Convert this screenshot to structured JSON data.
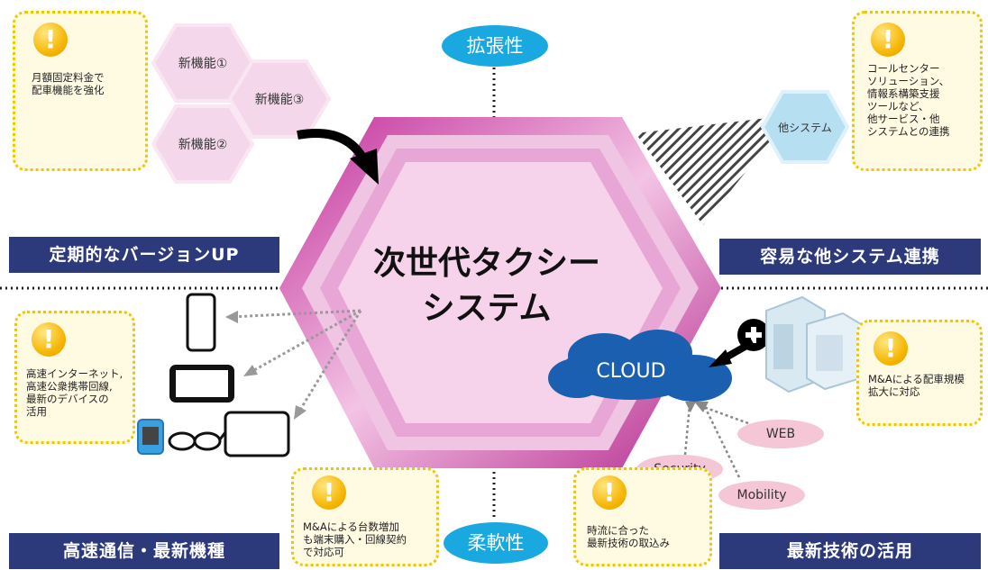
{
  "center": {
    "title": "次世代タクシー\nシステム"
  },
  "axes": {
    "top": "拡張性",
    "bottom": "柔軟性"
  },
  "banners": {
    "top_left": "定期的なバージョンUP",
    "top_right": "容易な他システム連携",
    "bottom_left": "高速通信・最新機種",
    "bottom_right": "最新技術の活用"
  },
  "features": [
    "新機能①",
    "新機能③",
    "新機能②"
  ],
  "other_system": "他システム",
  "cloud": "CLOUD",
  "tech_tags": [
    "WEB",
    "Security",
    "Mobility"
  ],
  "notes": {
    "top_left": "月額固定料金で\n配車機能を強化",
    "top_right": "コールセンター\nソリューション、\n情報系構築支援\nツールなど、\n他サービス・他\nシステムとの連携",
    "mid_left": "高速インターネット,\n高速公衆携帯回線,\n最新のデバイスの\n活用",
    "mid_right": "M&Aによる配車規模\n拡大に対応",
    "bottom_center": "M&Aによる台数増加\nも端末購入・回線契約\nで対応可",
    "bottom_right": "時流に合った\n最新技術の取込み"
  },
  "colors": {
    "banner": "#2c3a7c",
    "axis": "#1aa8e0",
    "hexagon": "#e9a0d0",
    "note_border": "#f2c500",
    "cloud": "#1b5fb0"
  }
}
